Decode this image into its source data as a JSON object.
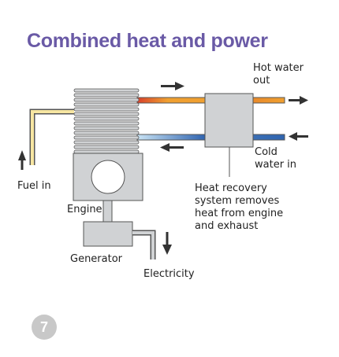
{
  "title": "Combined heat and power",
  "labels": {
    "hot_water_out": "Hot water\nout",
    "cold_water_in": "Cold\nwater in",
    "fuel_in": "Fuel in",
    "engine": "Engine",
    "generator": "Generator",
    "electricity": "Electricity",
    "heat_recovery": "Heat recovery\nsystem removes\nheat from engine\nand exhaust"
  },
  "page_number": "7",
  "colors": {
    "title": "#6a5aa6",
    "component_fill": "#d0d2d4",
    "outline": "#555555",
    "hot_pipe": "#d8402a",
    "warm_pipe": "#f0a030",
    "cold_pipe": "#3a6fb5",
    "cool_pipe": "#a8d0ec",
    "fuel_pipe": "#f7e6a2",
    "arrow": "#333333",
    "badge": "#c8c8c8"
  },
  "icons": [
    "flow-arrow-icon"
  ]
}
